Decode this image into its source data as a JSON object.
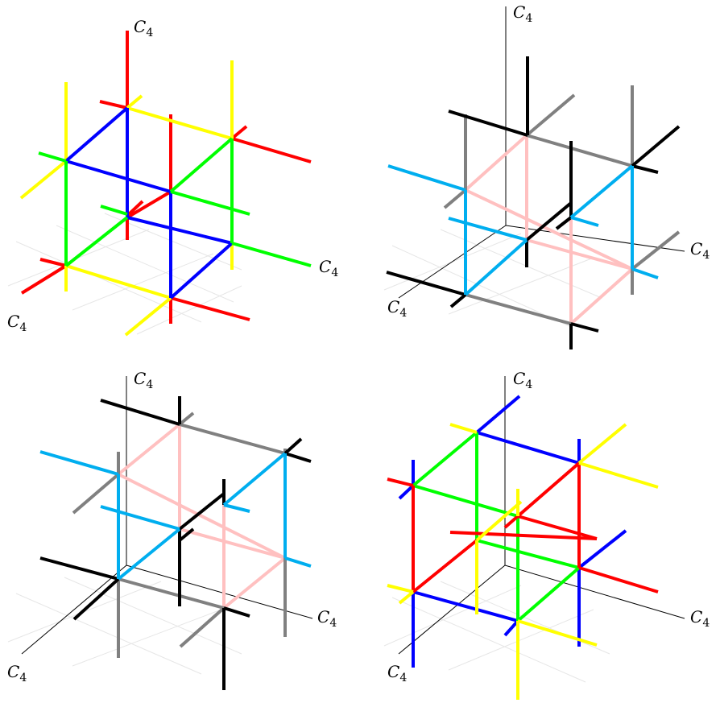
{
  "figure": {
    "panels": [
      {
        "id": "top-left",
        "axis_labels": {
          "vertical": "C",
          "right": "C",
          "front": "C",
          "subscript": "4"
        },
        "show_vertical_label": true,
        "show_axes": false
      },
      {
        "id": "top-right",
        "axis_labels": {
          "vertical": "C",
          "right": "C",
          "front": "C",
          "subscript": "4"
        },
        "show_vertical_label": true,
        "show_axes": true
      },
      {
        "id": "bottom-left",
        "axis_labels": {
          "vertical": "C",
          "right": "C",
          "front": "C",
          "subscript": "4"
        },
        "show_vertical_label": true,
        "show_axes": true
      },
      {
        "id": "bottom-right",
        "axis_labels": {
          "vertical": "C",
          "right": "C",
          "front": "C",
          "subscript": "4"
        },
        "show_vertical_label": true,
        "show_axes": true
      }
    ],
    "colors": {
      "red": "#ff0000",
      "green": "#00ff00",
      "blue": "#0000ff",
      "yellow": "#ffff00",
      "black": "#000000",
      "gray": "#808080",
      "cyan": "#00aeef",
      "pink": "#ffc0c0",
      "grid": "#e6e6e6"
    }
  }
}
